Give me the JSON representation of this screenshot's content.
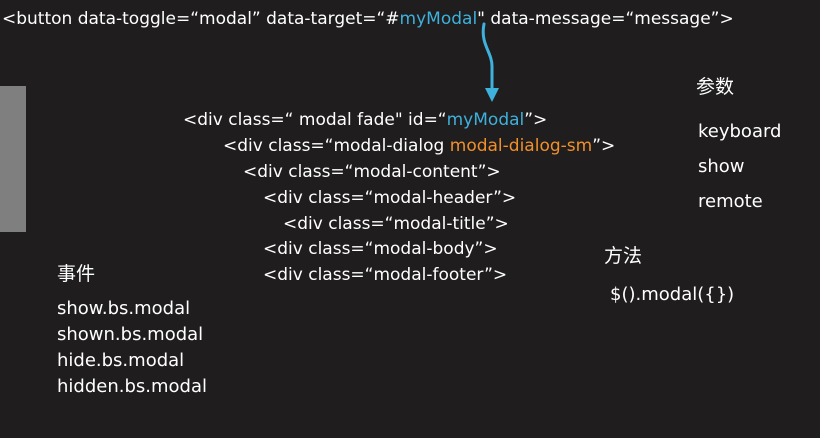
{
  "button_line": {
    "part1": "<button data-toggle=“modal” data-target=“#",
    "target": "myModal",
    "part2": "\" data-message=“message”>"
  },
  "markup_lines": [
    {
      "a": "<div class=“ modal fade\" id=“",
      "b": "myModal",
      "c": "”>"
    },
    {
      "a": "<div class=“modal-dialog ",
      "b": "modal-dialog-sm",
      "c": "”>"
    },
    {
      "a": "<div class=“modal-content”>"
    },
    {
      "a": "<div class=“modal-header”>"
    },
    {
      "a": "<div class=“modal-title”>"
    },
    {
      "a": "<div class=“modal-body”>"
    },
    {
      "a": "<div class=“modal-footer”>"
    }
  ],
  "params": {
    "heading": "参数",
    "items": [
      "keyboard",
      "show",
      "remote"
    ]
  },
  "methods": {
    "heading": "方法",
    "items": [
      "$().modal({})"
    ]
  },
  "events": {
    "heading": "事件",
    "items": [
      "show.bs.modal",
      "shown.bs.modal",
      "hide.bs.modal",
      "hidden.bs.modal"
    ]
  },
  "colors": {
    "background": "#1f1d1e",
    "highlight_blue": "#3eb1dc",
    "highlight_orange": "#f0902a",
    "side_bar": "#7f7f7f"
  },
  "icons": [
    "curved-arrow-down-icon"
  ]
}
